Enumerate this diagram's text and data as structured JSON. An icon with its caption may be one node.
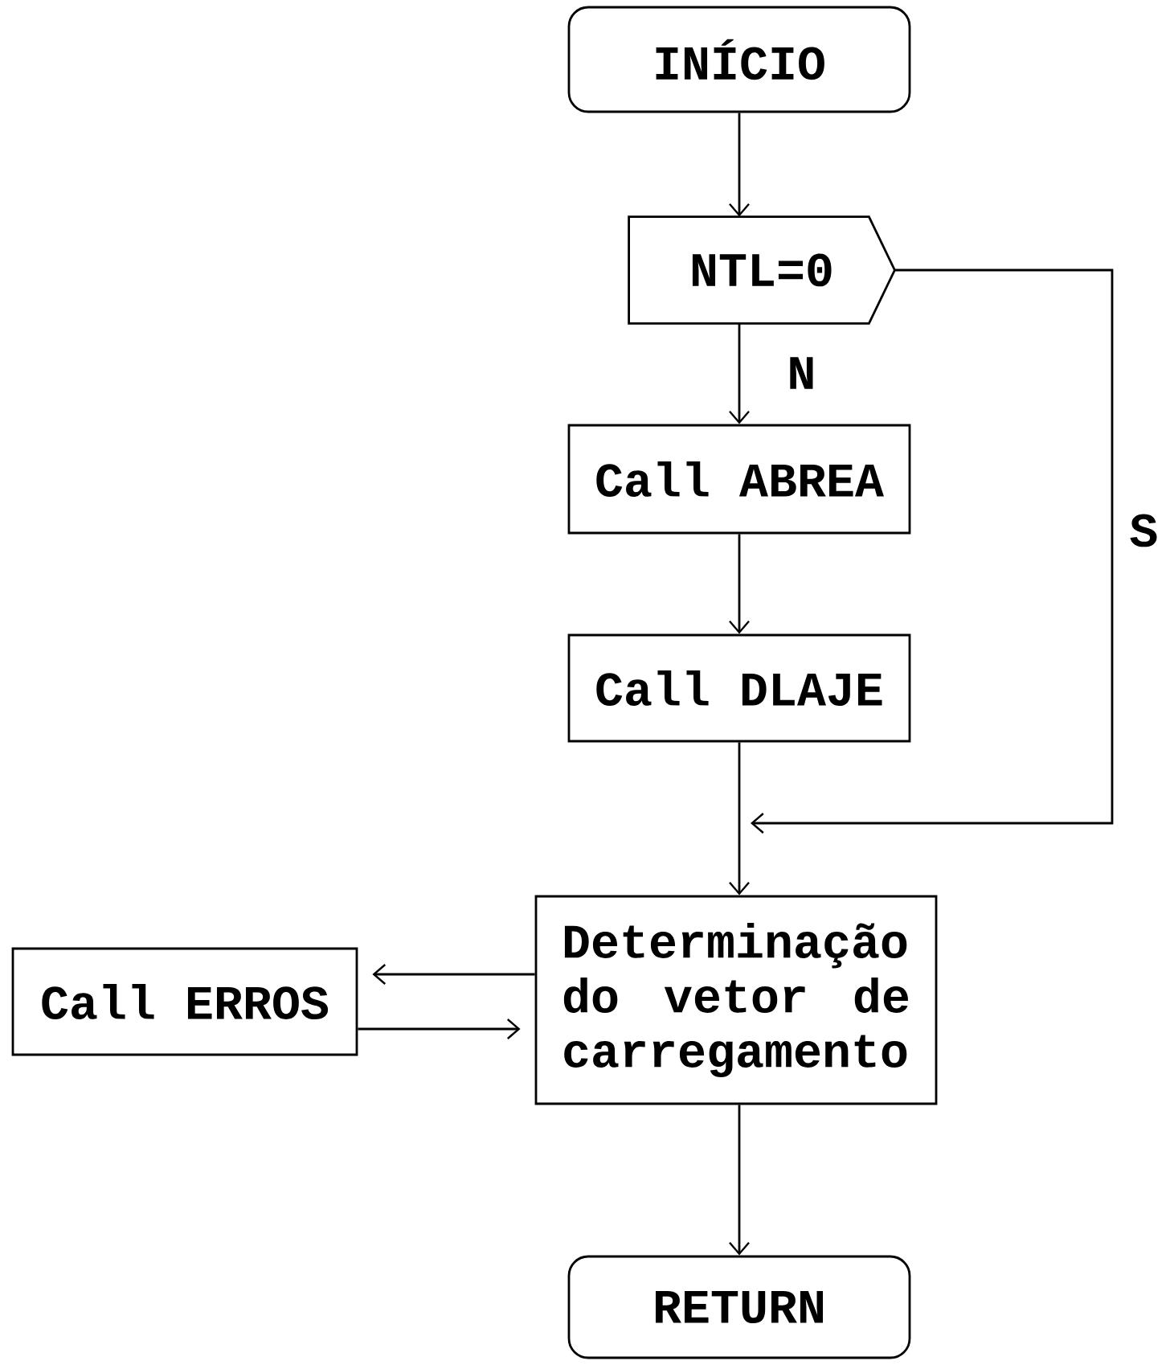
{
  "diagram": {
    "nodes": [
      {
        "text": [
          "INÍCIO"
        ]
      },
      {
        "text": [
          "NTL=0"
        ]
      },
      {
        "text": [
          "Call ABREA"
        ]
      },
      {
        "text": [
          "Call DLAJE"
        ]
      },
      {
        "text": [
          "Determinação do vetor de carregamento"
        ]
      },
      {
        "text": [
          "Call ERROS"
        ]
      },
      {
        "text": [
          "RETURN"
        ]
      }
    ],
    "edges": [
      {
        "from": 0,
        "to": 1,
        "arrow": "to"
      },
      {
        "from": 1,
        "to": 2,
        "arrow": "to",
        "label": "N"
      },
      {
        "from": 2,
        "to": 3,
        "arrow": "to"
      },
      {
        "from": 3,
        "to": 4,
        "arrow": "to"
      },
      {
        "from": 1,
        "to": 4,
        "arrow": "to",
        "label": "S"
      },
      {
        "from": 4,
        "to": 5,
        "arrow": "to"
      },
      {
        "from": 5,
        "to": 4,
        "arrow": "to"
      },
      {
        "from": 4,
        "to": 6,
        "arrow": "to"
      }
    ]
  }
}
